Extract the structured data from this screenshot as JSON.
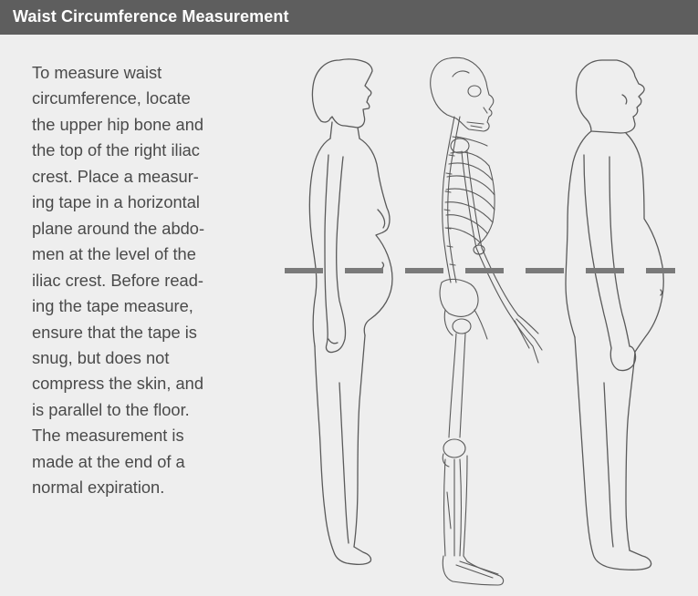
{
  "header": {
    "title": "Waist Circumference Measurement"
  },
  "instructions": {
    "lines": [
      "To measure waist",
      "circumference, locate",
      "the upper hip bone and",
      "the top of the right iliac",
      "crest. Place a measur-",
      "ing tape in a horizontal",
      "plane around the abdo-",
      "men at the level of the",
      "iliac crest. Before read-",
      "ing the tape measure,",
      "ensure that the tape is",
      "snug, but does not",
      "compress the skin, and",
      "is parallel to the floor.",
      "The measurement is",
      "made at the end of a",
      "normal expiration."
    ]
  },
  "colors": {
    "header_bg": "#5e5e5e",
    "header_text": "#ffffff",
    "panel_bg": "#eeeeee",
    "body_text": "#4a4a4a",
    "line_art": "#5a5a5a",
    "measure_line": "#7a7a7a"
  },
  "figures": [
    "female-figure",
    "skeleton-figure",
    "male-figure",
    "waist-measurement-line"
  ]
}
